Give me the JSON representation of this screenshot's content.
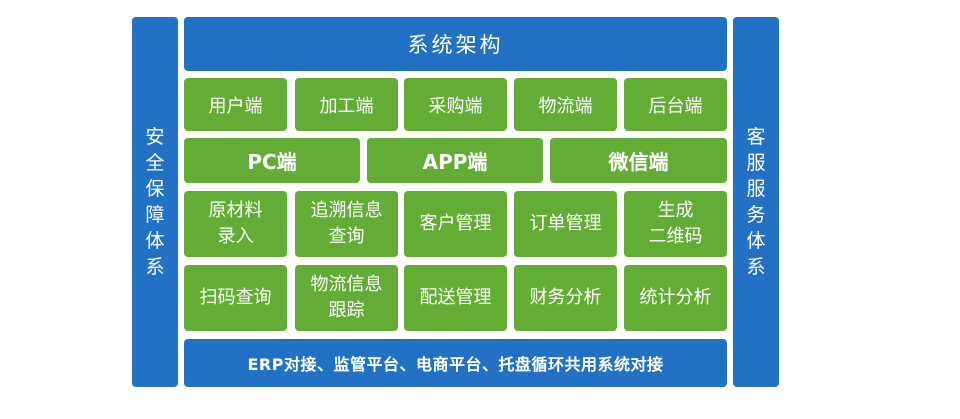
{
  "left_panel": {
    "label": "安全保障体系"
  },
  "right_panel": {
    "label": "客服服务体系"
  },
  "header": {
    "title": "系统架构"
  },
  "clients": [
    "用户端",
    "加工端",
    "采购端",
    "物流端",
    "后台端"
  ],
  "platforms": [
    "PC端",
    "APP端",
    "微信端"
  ],
  "modules_row1": [
    "原材料\n录入",
    "追溯信息\n查询",
    "客户管理",
    "订单管理",
    "生成\n二维码"
  ],
  "modules_row2": [
    "扫码查询",
    "物流信息\n跟踪",
    "配送管理",
    "财务分析",
    "统计分析"
  ],
  "footer": {
    "text": "ERP对接、监管平台、电商平台、托盘循环共用系统对接"
  },
  "colors": {
    "blue": "#2271c4",
    "green": "#63ad36"
  }
}
